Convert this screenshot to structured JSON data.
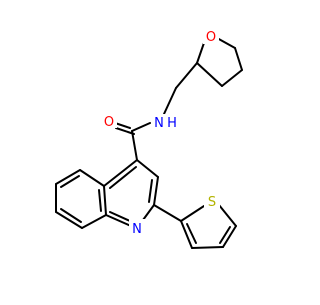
{
  "molecule": {
    "atoms": {
      "oxygen_ring": "O",
      "oxygen_carbonyl": "O",
      "nitrogen_amide": "N",
      "nitrogen_amide_h": "H",
      "nitrogen_quinoline": "N",
      "sulfur_thiophene": "S"
    },
    "colors": {
      "bond": "#000000",
      "oxygen": "#ff0000",
      "nitrogen": "#0000ff",
      "sulfur": "#b3b300",
      "background": "#ffffff"
    }
  }
}
